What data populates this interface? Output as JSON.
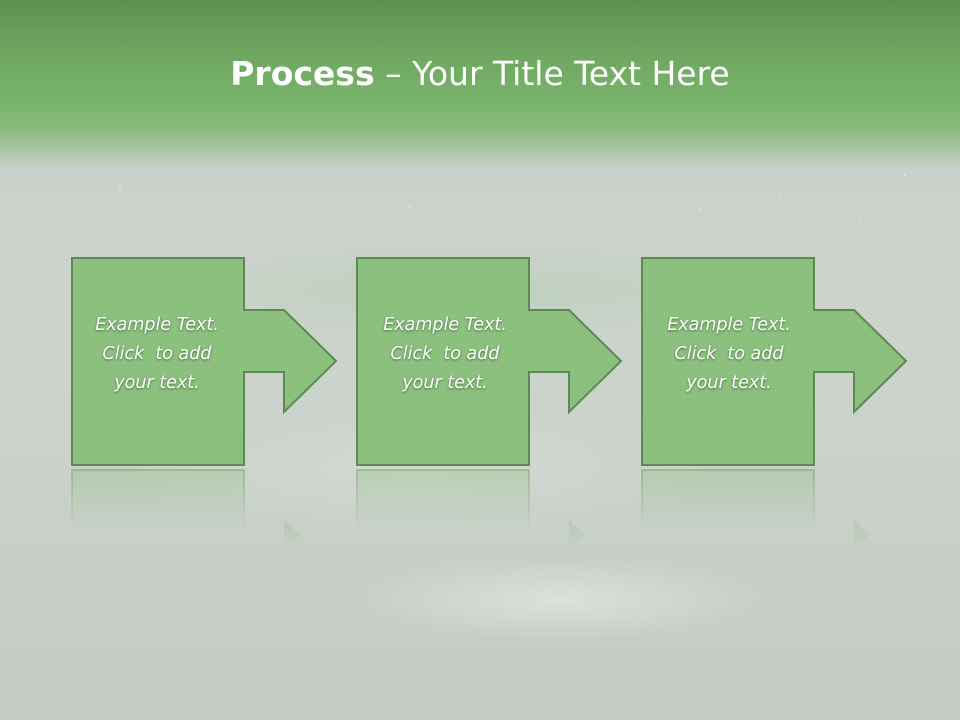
{
  "slide": {
    "title_bold": "Process",
    "title_separator": "–",
    "title_rest": "Your Title Text Here"
  },
  "colors": {
    "header_green": "#6ea661",
    "box_fill": "#8cc07f",
    "box_border": "#5c8a52",
    "background": "#c9d0c9",
    "text": "#ffffff"
  },
  "steps": [
    {
      "line1": "Example Text.",
      "line2": "Click  to add",
      "line3": "your text."
    },
    {
      "line1": "Example Text.",
      "line2": "Click  to add",
      "line3": "your text."
    },
    {
      "line1": "Example Text.",
      "line2": "Click  to add",
      "line3": "your text."
    }
  ]
}
